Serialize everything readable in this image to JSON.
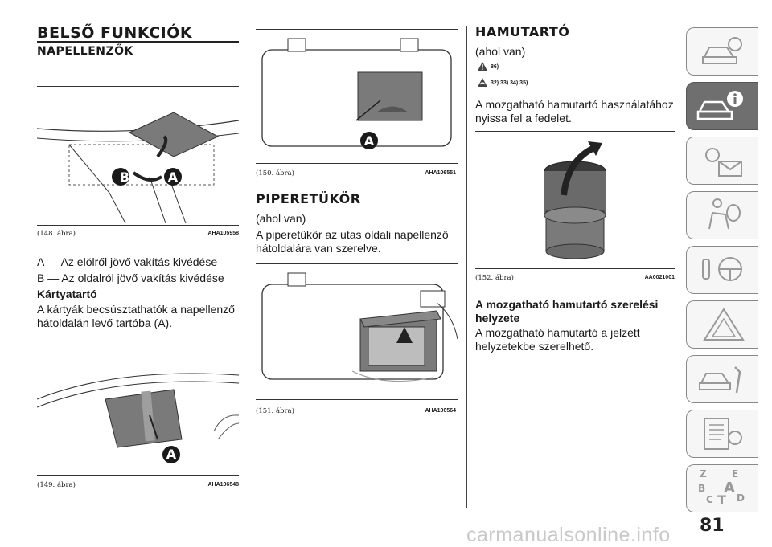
{
  "col1": {
    "title": "BELSŐ FUNKCIÓK",
    "subtitle": "NAPELLENZŐK",
    "fig148": {
      "label": "(148. ábra)",
      "code": "AHA105958",
      "callouts": [
        "B",
        "A"
      ]
    },
    "items": [
      "A — Az elölről jövő vakítás kivédése",
      "B — Az oldalról jövő vakítás kivédése"
    ],
    "card_heading": "Kártyatartó",
    "card_text": [
      "A kártyák becsúsztathatók a napellenző",
      "hátoldalán levő tartóba (A)."
    ],
    "fig149": {
      "label": "(149. ábra)",
      "code": "AHA106548",
      "callout": "A"
    }
  },
  "col2": {
    "fig150": {
      "label": "(150. ábra)",
      "code": "AHA106551",
      "callout": "A"
    },
    "title": "PIPERETÜKÖR",
    "where": "(ahol van)",
    "text": [
      "A piperetükör az utas oldali napellenző",
      "hátoldalára van szerelve."
    ],
    "fig151": {
      "label": "(151. ábra)",
      "code": "AHA106564"
    }
  },
  "col3": {
    "title": "HAMUTARTÓ",
    "where": "(ahol van)",
    "ref1": "86)",
    "ref2": "32) 33) 34) 35)",
    "text": [
      "A mozgatható hamutartó használatához",
      "nyissa fel a fedelet."
    ],
    "fig152": {
      "label": "(152. ábra)",
      "code": "AA0021001"
    },
    "sub_heading": [
      "A mozgatható hamutartó szerelési",
      "helyzete"
    ],
    "sub_text": [
      "A mozgatható hamutartó a jelzett",
      "helyzetekbe szerelhető."
    ]
  },
  "sidebar": {
    "tabs": [
      "car-search-icon",
      "car-info-icon",
      "warning-lights-icon",
      "airbag-seat-icon",
      "starting-driving-icon",
      "emergency-triangle-icon",
      "car-service-icon",
      "technical-data-icon",
      "index-icon"
    ],
    "active_index": 1,
    "index_letters": [
      "Z",
      "E",
      "B",
      "A",
      "C",
      "T",
      "D"
    ]
  },
  "page_number": "81",
  "watermark": "carmanualsonline.info",
  "colors": {
    "tab_active": "#6f6f6f",
    "tab_border": "#888888",
    "figure_gray": "#7a7a7a"
  }
}
